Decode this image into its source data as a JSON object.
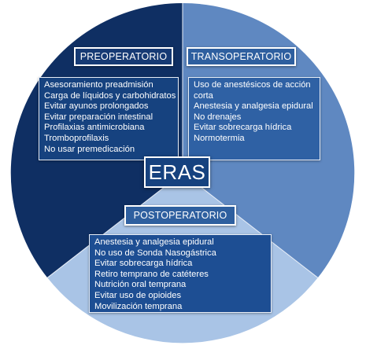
{
  "center": {
    "label": "ERAS"
  },
  "phases": {
    "preoperative": {
      "title": "PREOPERATORIO",
      "color": "#0f2f63",
      "items": [
        "Asesoramiento preadmisión",
        "Carga de líquidos y carbohidratos",
        "Evitar ayunos prolongados",
        "Evitar preparación intestinal",
        "Profilaxias antimicrobiana",
        "Tromboprofilaxis",
        "No usar premedicación"
      ]
    },
    "transoperative": {
      "title": "TRANSOPERATORIO",
      "color": "#5f88c1",
      "items": [
        "Uso de anestésicos de acción corta",
        "Anestesia y analgesia epidural",
        "No drenajes",
        "Evitar sobrecarga hídrica",
        "Normotermia"
      ]
    },
    "postoperative": {
      "title": "POSTOPERATORIO",
      "color": "#a9c4e6",
      "items": [
        "Anestesia y analgesia epidural",
        "No uso de Sonda Nasogástrica",
        "Evitar sobrecarga hídrica",
        "Retiro temprano de catéteres",
        "Nutrición oral temprana",
        "Evitar uso de opioides",
        "Movilización temprana"
      ]
    }
  }
}
